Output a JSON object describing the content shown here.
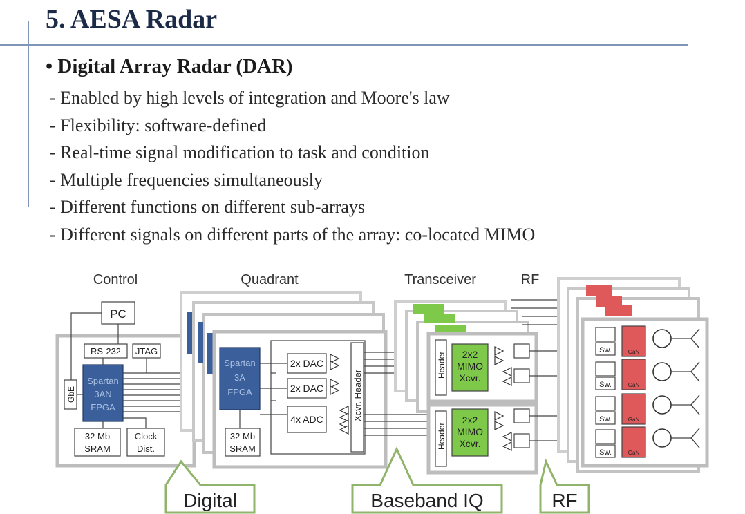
{
  "slide": {
    "title": "5. AESA Radar",
    "subtitle": "• Digital Array Radar (DAR)",
    "bullets": [
      "- Enabled by high levels of integration and Moore's law",
      "- Flexibility: software-defined",
      "- Real-time signal modification to task and condition",
      "- Multiple frequencies simultaneously",
      "- Different functions on different sub-arrays",
      "- Different signals on different parts of the array: co-located MIMO"
    ]
  },
  "diagram": {
    "sections": {
      "control": "Control",
      "quadrant": "Quadrant",
      "transceiver": "Transceiver",
      "rf": "RF"
    },
    "control_blocks": {
      "pc": "PC",
      "rs232": "RS-232",
      "jtag": "JTAG",
      "gbe": "GbE",
      "fpga": [
        "Spartan",
        "3AN",
        "FPGA"
      ],
      "sram": [
        "32 Mb",
        "SRAM"
      ],
      "clock": [
        "Clock",
        "Dist."
      ]
    },
    "quadrant_blocks": {
      "fpga": [
        "Spartan",
        "3A",
        "FPGA"
      ],
      "sram": [
        "32 Mb",
        "SRAM"
      ],
      "dac1": "2x DAC",
      "dac2": "2x DAC",
      "adc": "4x ADC",
      "header": "Xcvr. Header"
    },
    "transceiver_blocks": {
      "header": "Header",
      "mimo": [
        "2x2",
        "MIMO",
        "Xcvr."
      ]
    },
    "rf_blocks": {
      "switch": "Sw.",
      "gan": "GaN"
    },
    "callouts": {
      "digital": "Digital",
      "baseband": "Baseband IQ",
      "rf": "RF"
    },
    "colors": {
      "fpga_blue": "#3a5f9b",
      "mimo_green": "#7ec94a",
      "gan_red": "#e0595a",
      "callout_green": "#8fb46a",
      "box_gray": "#bdbdbd"
    }
  }
}
